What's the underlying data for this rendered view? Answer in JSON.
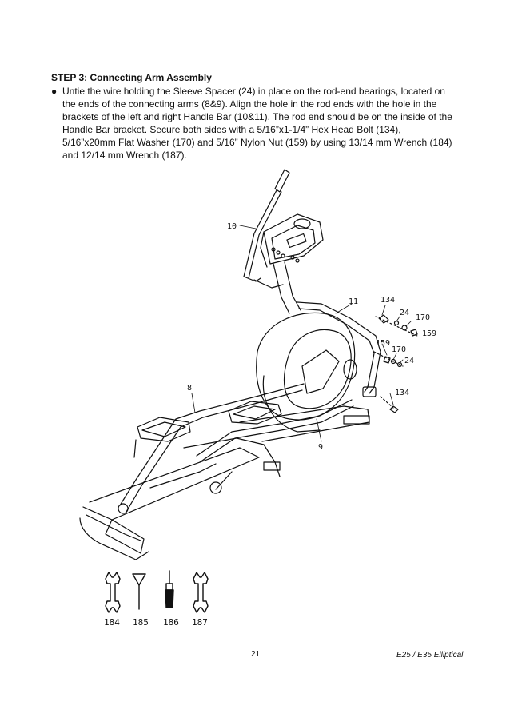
{
  "step": {
    "title": "STEP 3: Connecting Arm Assembly",
    "bullet_lines": [
      "Untie the wire holding the Sleeve Spacer (24) in place on the rod-end bearings, located on",
      "the ends of the connecting arms (8&9). Align the hole in the rod ends with the hole in the",
      "brackets of the left and right Handle Bar (10&11). The rod end should be on the inside of the",
      "Handle Bar bracket. Secure both sides with a 5/16”x1-1/4” Hex Head Bolt (134),",
      "5/16”x20mm Flat Washer (170) and 5/16” Nylon Nut (159) by using 13/14 mm Wrench (184)",
      "and 12/14 mm Wrench (187)."
    ]
  },
  "callouts": {
    "c10": "10",
    "c11": "11",
    "c8": "8",
    "c9": "9",
    "c134a": "134",
    "c24a": "24",
    "c170a": "170",
    "c159a": "159",
    "c159b": "159",
    "c170b": "170",
    "c24b": "24",
    "c134b": "134"
  },
  "tools": [
    "184",
    "185",
    "186",
    "187"
  ],
  "footer": {
    "page": "21",
    "title": "E25 / E35 Elliptical"
  }
}
